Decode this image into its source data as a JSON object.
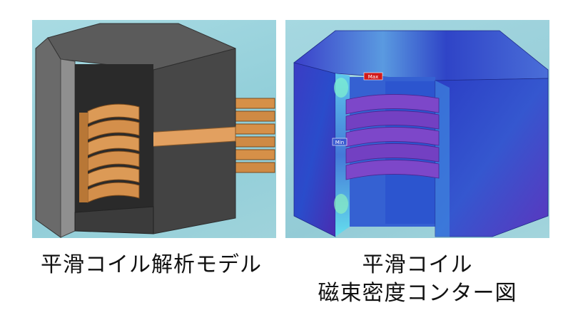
{
  "left_figure": {
    "caption": "平滑コイル解析モデル"
  },
  "right_figure": {
    "caption_line1": "平滑コイル",
    "caption_line2": "磁束密度コンター図",
    "max_label": "Max",
    "min_label": "Min"
  },
  "colors": {
    "background": "#9fd3db",
    "core_gray": "#4a4a4a",
    "winding_copper": "#d9964f",
    "field_blue": "#2443c8",
    "field_purple": "#7a45c6",
    "field_cyan": "#5fe0f0"
  }
}
